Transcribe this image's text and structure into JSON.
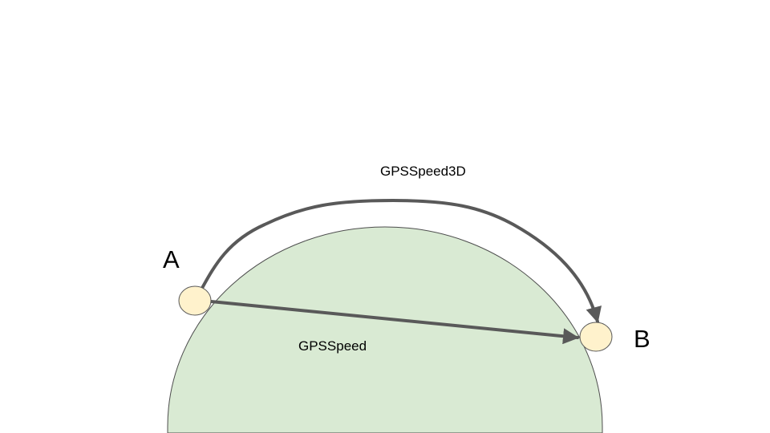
{
  "points": {
    "a_label": "A",
    "b_label": "B"
  },
  "paths": {
    "arc_label": "GPSSpeed3D",
    "chord_label": "GPSSpeed"
  },
  "colors": {
    "earth_fill": "#d9ead3",
    "earth_stroke": "#4d4d4d",
    "node_fill": "#fff2cc",
    "node_stroke": "#595959",
    "arrow": "#595959"
  }
}
